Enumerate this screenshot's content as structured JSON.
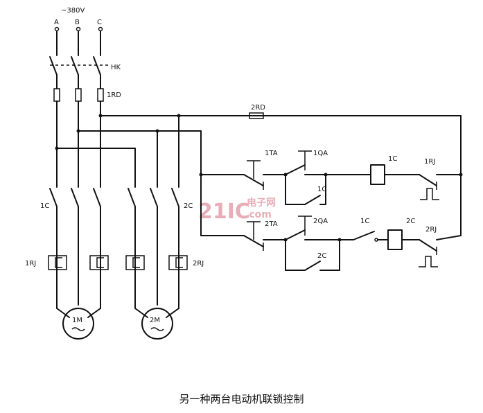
{
  "labels": {
    "supply": "~380V",
    "phase_a": "A",
    "phase_b": "B",
    "phase_c": "C",
    "switch": "HK",
    "fuse_main": "1RD",
    "fuse_ctrl": "2RD",
    "contactor_1": "1C",
    "contactor_2": "2C",
    "overload_1": "1RJ",
    "overload_2": "2RJ",
    "stop_1": "1TA",
    "start_1": "1QA",
    "stop_2": "2TA",
    "start_2": "2QA",
    "aux_1c": "1C",
    "aux_2c": "2C",
    "interlock_1c": "1C",
    "coil_1c": "1C",
    "coil_2c": "2C",
    "ol_contact_1": "1RJ",
    "ol_contact_2": "2RJ",
    "motor_1": "1M",
    "motor_2": "2M"
  },
  "watermark": {
    "main": "21IC",
    "cn": "电子网",
    "com": ".com"
  },
  "caption": "另一种两台电动机联锁控制"
}
